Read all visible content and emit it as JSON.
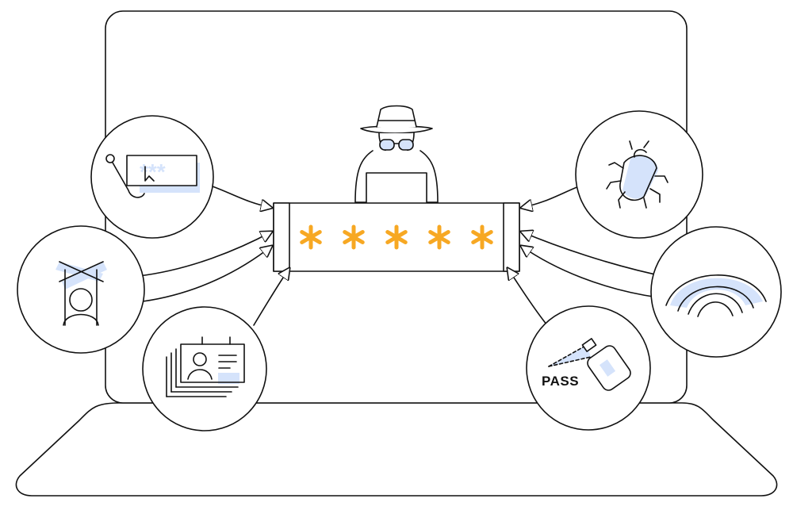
{
  "colors": {
    "outline": "#111111",
    "accent_light_blue": "#d5e3fb",
    "password_asterisk": "#f7a823",
    "background": "#ffffff"
  },
  "password_field": {
    "masked_chars": [
      "*",
      "*",
      "*",
      "*",
      "*"
    ]
  },
  "attack_bubbles": [
    {
      "icon": "phishing-hook-icon",
      "side": "left"
    },
    {
      "icon": "blocked-user-icon",
      "side": "left"
    },
    {
      "icon": "identity-cards-icon",
      "side": "left"
    },
    {
      "icon": "malware-bug-icon",
      "side": "right"
    },
    {
      "icon": "wifi-signal-icon",
      "side": "right"
    },
    {
      "icon": "password-spray-icon",
      "side": "right"
    }
  ],
  "spray_bubble": {
    "label": "PASS"
  },
  "phishing_bubble": {
    "masked_chars": [
      "*",
      "*",
      "*"
    ]
  },
  "hacker": {
    "icon": "hacker-icon"
  }
}
